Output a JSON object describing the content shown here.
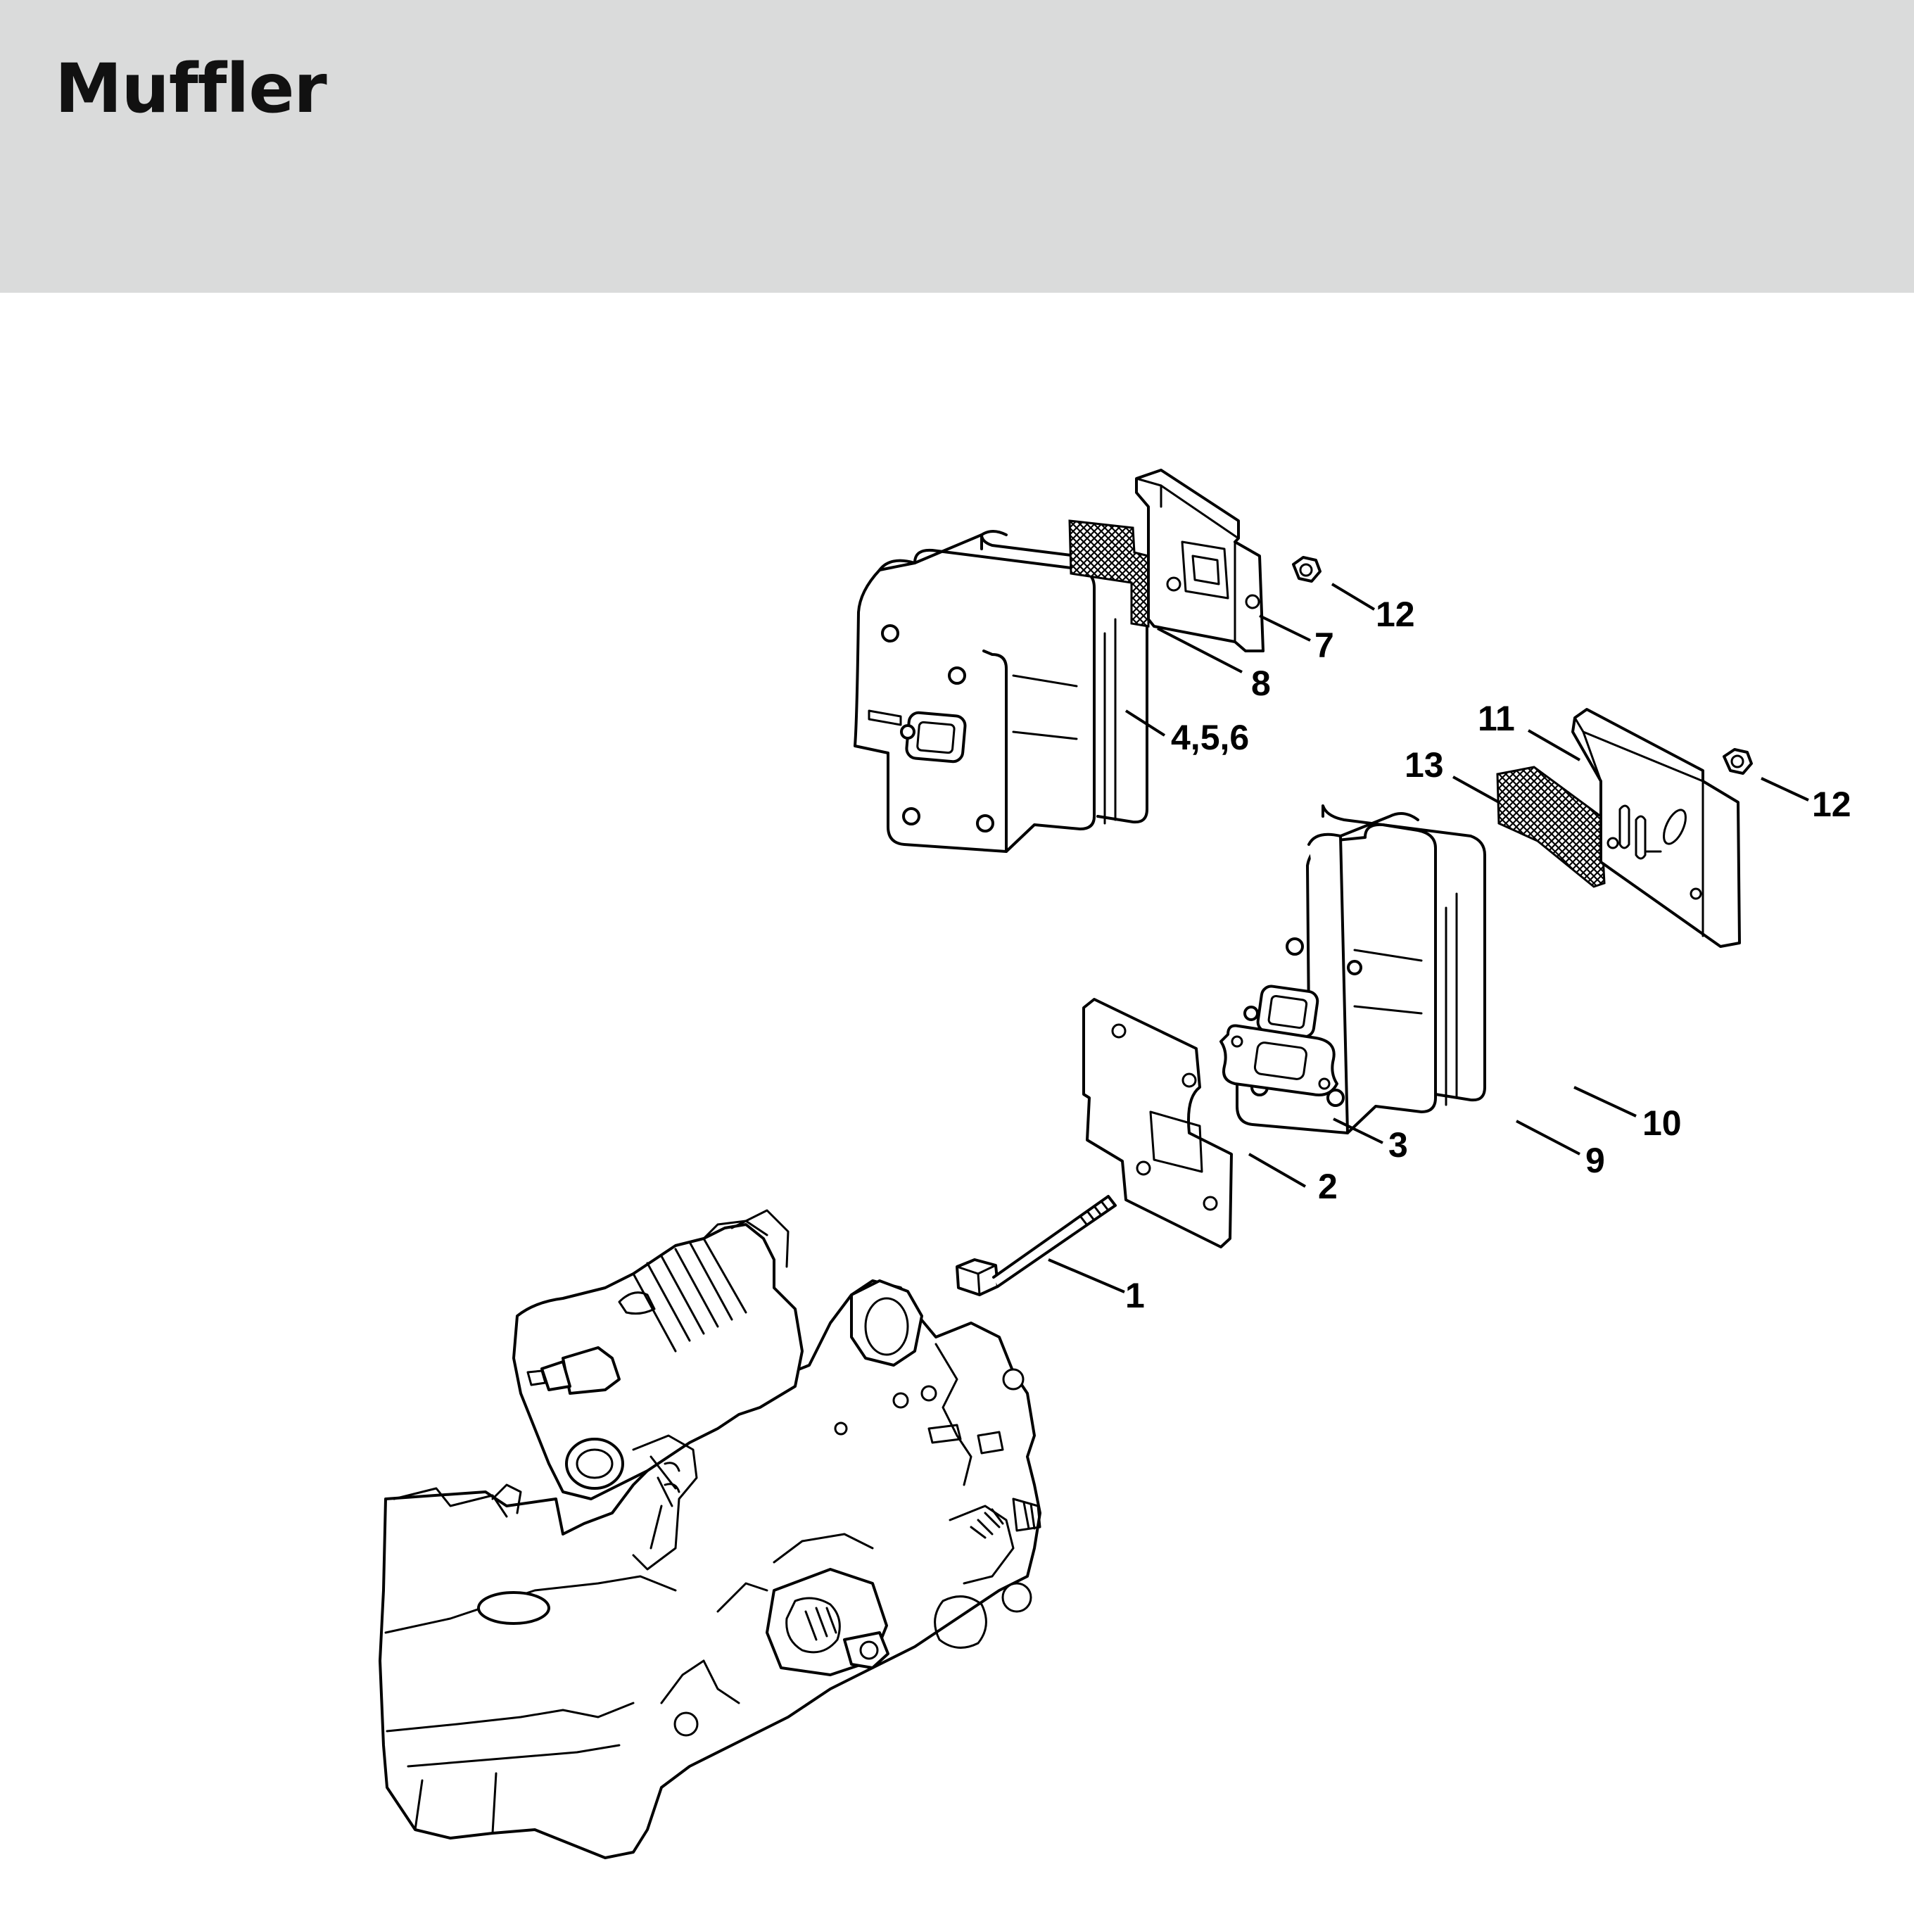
{
  "header": {
    "title": "Muffler"
  },
  "callouts": [
    "1",
    "2",
    "3",
    "4,5,6",
    "7",
    "8",
    "9",
    "10",
    "11",
    "12",
    "12",
    "13"
  ],
  "colors": {
    "header_bg": "#dadbdb",
    "line": "#000000",
    "background": "#ffffff"
  }
}
